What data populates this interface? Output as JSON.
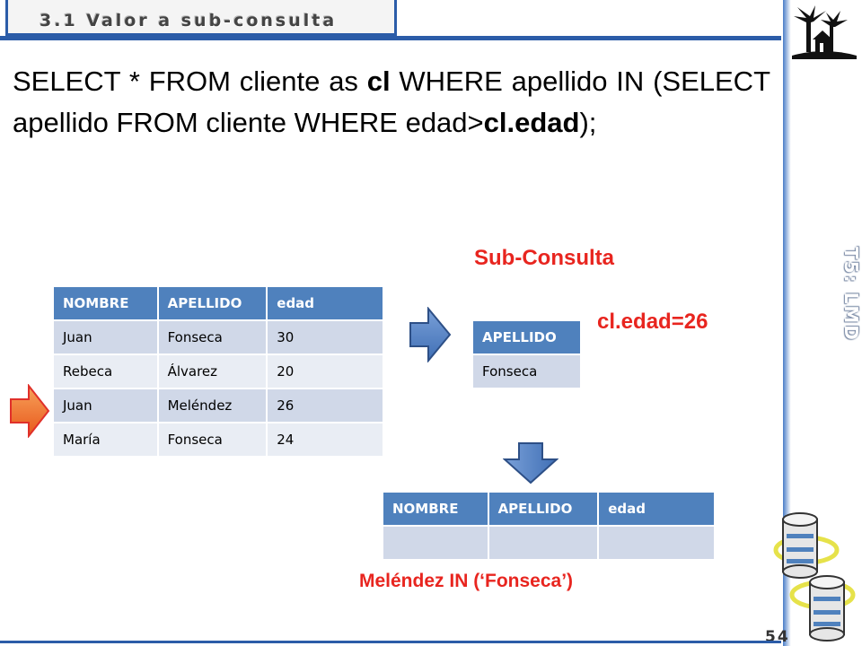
{
  "header": {
    "title": "3.1 Valor a sub-consulta"
  },
  "sidebar": {
    "label": "T5: LMD"
  },
  "page_number": "54",
  "sql": {
    "p1": "SELECT * FROM cliente as ",
    "b1": "cl",
    "p2": " WHERE apellido IN (SELECT apellido FROM cliente WHERE edad>",
    "b2": "cl.edad",
    "p3": ");"
  },
  "main_table": {
    "headers": [
      "NOMBRE",
      "APELLIDO",
      "edad"
    ],
    "rows": [
      [
        "Juan",
        "Fonseca",
        "30"
      ],
      [
        "Rebeca",
        "Álvarez",
        "20"
      ],
      [
        "Juan",
        "Meléndez",
        "26"
      ],
      [
        "María",
        "Fonseca",
        "24"
      ]
    ]
  },
  "subquery": {
    "label": "Sub-Consulta",
    "param": "cl.edad=26",
    "headers": [
      "APELLIDO"
    ],
    "rows": [
      [
        "Fonseca"
      ]
    ]
  },
  "result_table": {
    "headers": [
      "NOMBRE",
      "APELLIDO",
      "edad"
    ],
    "rows": [
      [
        "",
        "",
        ""
      ]
    ]
  },
  "condition": "Meléndez IN (‘Fonseca’)",
  "colors": {
    "accent_blue": "#2b5ca8",
    "table_header": "#4f81bd",
    "highlight_red": "#e8251f",
    "current_row_arrow": "#f07830",
    "flow_arrow": "#4f81bd"
  }
}
